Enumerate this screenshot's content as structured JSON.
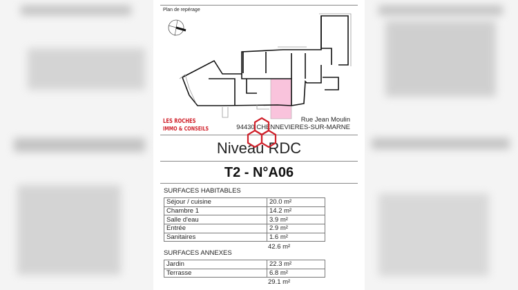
{
  "plan": {
    "label": "Plan de repérage",
    "street": "Rue Jean Moulin",
    "city": "94430 CHENNEVIERES-SUR-MARNE",
    "highlight_color": "#f9c3dc"
  },
  "level": "Niveau RDC",
  "unit": "T2 - N°A06",
  "logo": {
    "line1": "LES ROCHES",
    "line2": "IMMO & CONSEILS",
    "color": "#d0202a"
  },
  "habitables": {
    "title": "SURFACES HABITABLES",
    "rows": [
      {
        "label": "Séjour / cuisine",
        "value": "20.0 m²"
      },
      {
        "label": "Chambre 1",
        "value": "14.2 m²"
      },
      {
        "label": "Salle d'eau",
        "value": "3.9 m²"
      },
      {
        "label": "Entrée",
        "value": "2.9 m²"
      },
      {
        "label": "Sanitaires",
        "value": "1.6 m²"
      }
    ],
    "total": "42.6 m²"
  },
  "annexes": {
    "title": "SURFACES ANNEXES",
    "rows": [
      {
        "label": "Jardin",
        "value": "22.3 m²"
      },
      {
        "label": "Terrasse",
        "value": "6.8 m²"
      }
    ],
    "total": "29.1 m²"
  }
}
